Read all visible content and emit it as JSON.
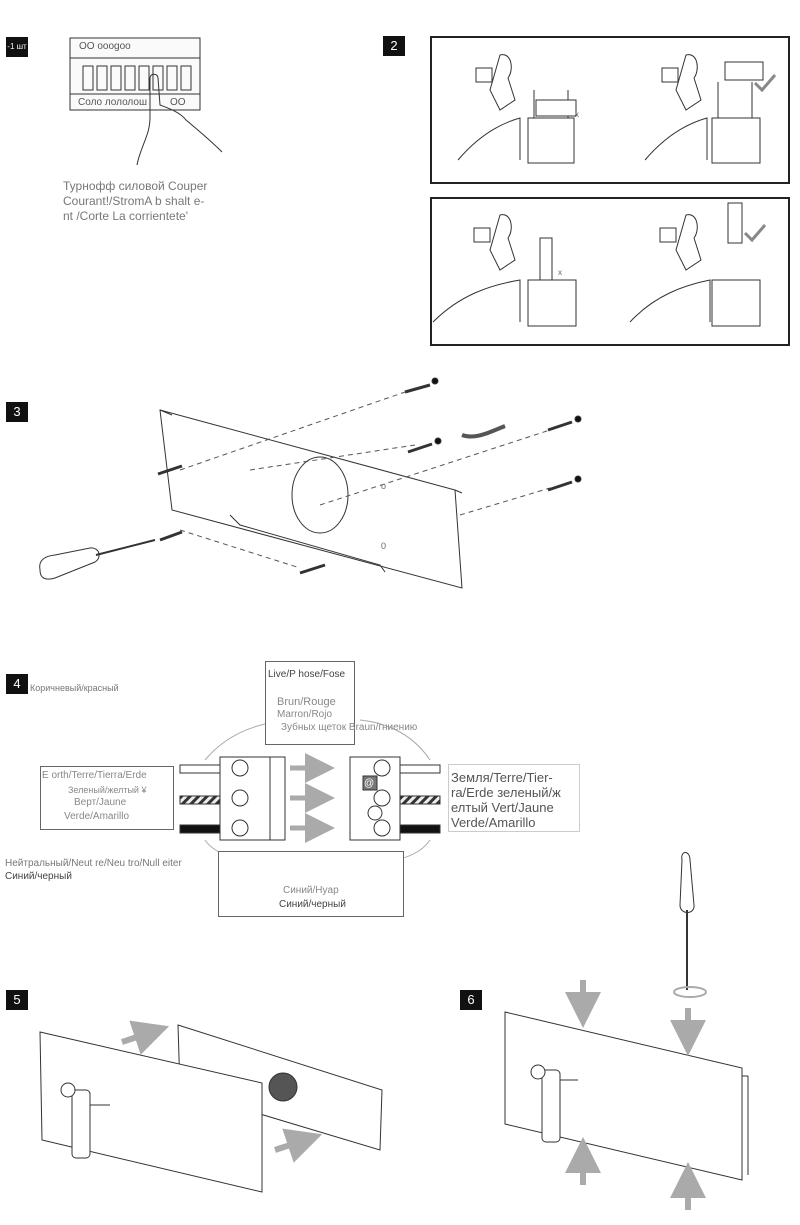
{
  "steps": {
    "s1": "-1 шт",
    "s2": "2",
    "s3": "3",
    "s4": "4",
    "s5": "5",
    "s6": "6"
  },
  "step1": {
    "panel_top": "OO ooogoo",
    "panel_bottom": "Соло лололош",
    "panel_bottom_right": "OO",
    "caption_line1": "Турнофф силовой Couper",
    "caption_line2": "Courant!/StromA b shalt e-",
    "caption_line3": "nt /Corte La corrientete'"
  },
  "step2": {
    "mark_x": "x",
    "mark_x2": "x"
  },
  "step3": {
    "mark_a": "o",
    "mark_b": "0"
  },
  "step4": {
    "label_left_top": "Коричневый/красный",
    "live_title": "Live/P hose/Fose",
    "live_line1": "Brun/Rouge",
    "live_line2": "Marron/Rojo",
    "live_line3": "Зубных щеток Braun/гниению",
    "earth_left_line1": "E orth/Terre/Tierra/Erde",
    "earth_left_line2": "Зеленый/желтый ¥",
    "earth_left_line3": "Верт/Jaune",
    "earth_left_line4": "Verde/Amarillo",
    "earth_right_line1": "Земля/Terre/Tier-",
    "earth_right_line2": "ra/Erde зеленый/ж",
    "earth_right_line3": "елтый Vert/Jaune",
    "earth_right_line4": "Verde/Amarillo",
    "neutral_line1": "Нейтральный/Neut re/Neu tro/Null eiter",
    "neutral_line2": "Синий/черный",
    "neutral_box_line1": "Синий/Hyap",
    "neutral_box_line2": "Синий/черный",
    "earth_symbol": "@"
  }
}
